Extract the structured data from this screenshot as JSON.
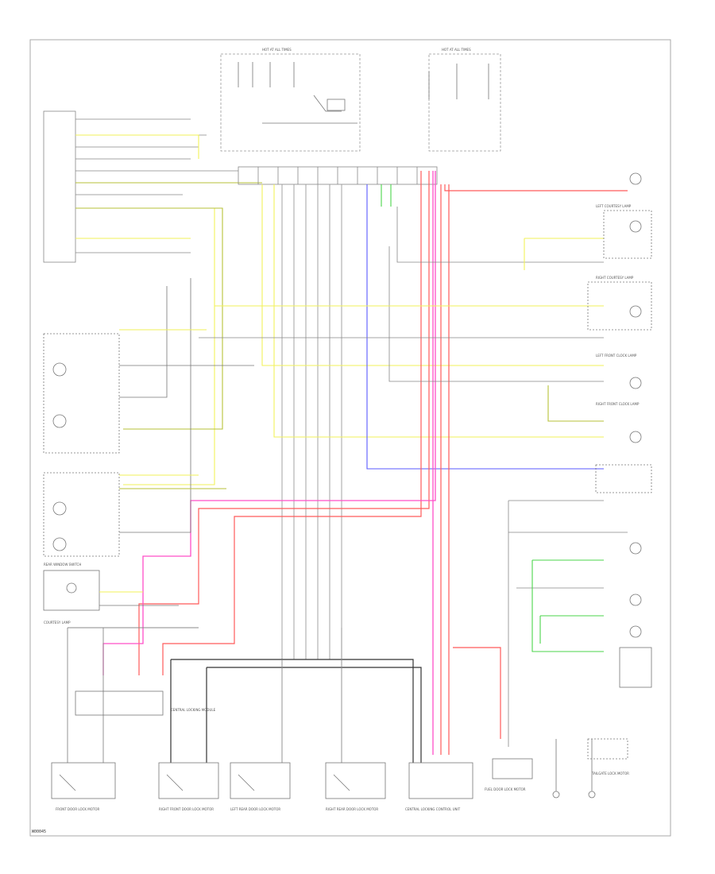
{
  "diagram": {
    "code": "W00045",
    "colors": {
      "yellow": "#f2f25a",
      "olive": "#b7c23a",
      "red": "#ff5a5a",
      "pink": "#ff4fc8",
      "blue": "#5a5aff",
      "green": "#4bd64b",
      "gray": "#888888",
      "dark": "#333333"
    },
    "labels": {
      "hot_at_all_times_1": "HOT AT ALL TIMES",
      "hot_at_all_times_2": "HOT AT ALL TIMES",
      "module_left": "CENTRAL LOCKING MODULE",
      "left_front_door": "FRONT DOOR LOCK MOTOR",
      "right_front_door": "RIGHT FRONT DOOR LOCK MOTOR",
      "left_rear_door": "LEFT REAR DOOR LOCK MOTOR",
      "right_rear_door": "RIGHT REAR DOOR LOCK MOTOR",
      "tailgate": "TAILGATE LOCK MOTOR",
      "fuel_door": "FUEL DOOR LOCK MOTOR",
      "central_module": "CENTRAL LOCKING CONTROL UNIT",
      "rear_window": "REAR WINDOW SWITCH",
      "courtesy_lamp": "COURTESY LAMP",
      "left_front_lamp": "LEFT FRONT CLOCK LAMP",
      "right_front_lamp": "RIGHT FRONT CLOCK LAMP",
      "left_courtesy": "LEFT COURTESY LAMP",
      "right_courtesy": "RIGHT COURTESY LAMP"
    }
  }
}
